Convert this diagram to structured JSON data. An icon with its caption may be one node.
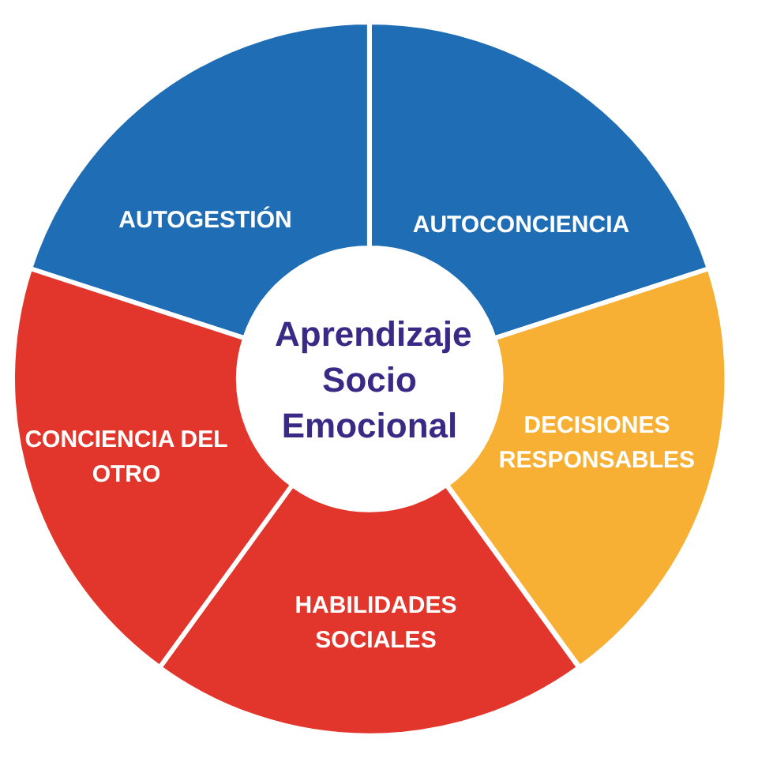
{
  "diagram": {
    "nodes": [
      {
        "text": [
          "Aprendizaje Socio Emocional"
        ]
      },
      {
        "text": [
          "AUTOGESTIÓN"
        ]
      },
      {
        "text": [
          "AUTOCONCIENCIA"
        ]
      },
      {
        "text": [
          "DECISIONES RESPONSABLES"
        ]
      },
      {
        "text": [
          "HABILIDADES SOCIALES"
        ]
      },
      {
        "text": [
          "CONCIENCIA DEL OTRO"
        ]
      }
    ],
    "edges": []
  }
}
